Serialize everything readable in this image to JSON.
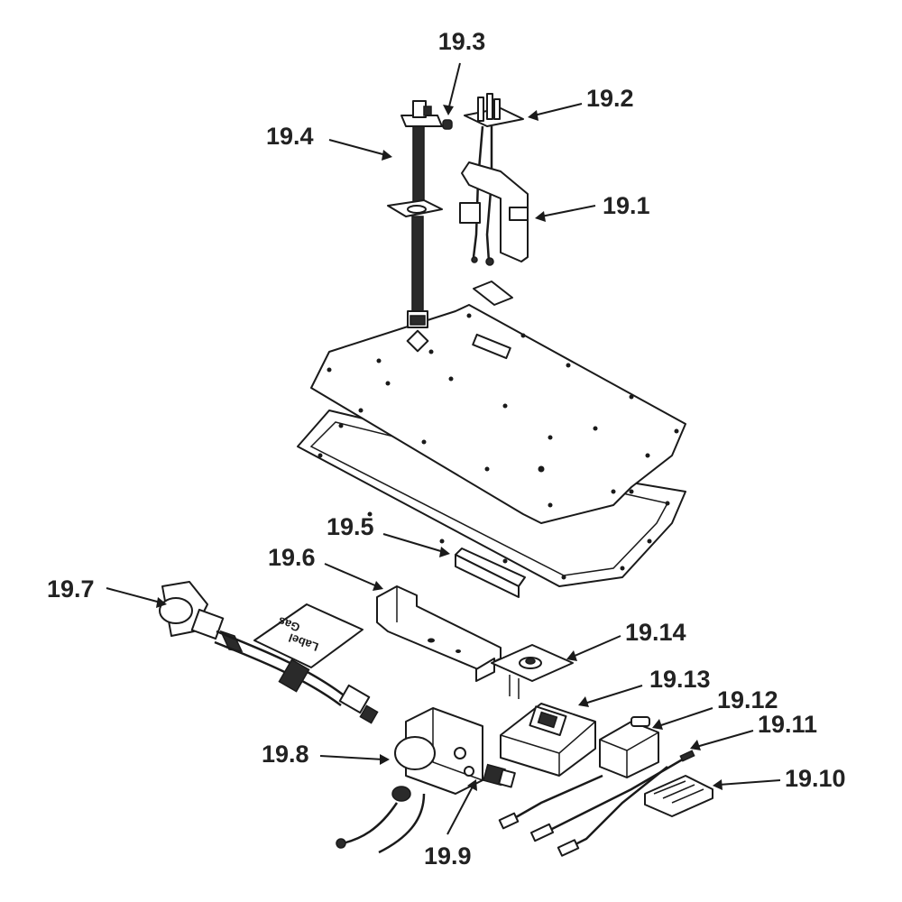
{
  "figure": {
    "callouts": [
      {
        "id": "19.1",
        "text": "19.1"
      },
      {
        "id": "19.2",
        "text": "19.2"
      },
      {
        "id": "19.3",
        "text": "19.3"
      },
      {
        "id": "19.4",
        "text": "19.4"
      },
      {
        "id": "19.5",
        "text": "19.5"
      },
      {
        "id": "19.6",
        "text": "19.6"
      },
      {
        "id": "19.7",
        "text": "19.7"
      },
      {
        "id": "19.8",
        "text": "19.8"
      },
      {
        "id": "19.9",
        "text": "19.9"
      },
      {
        "id": "19.10",
        "text": "19.10"
      },
      {
        "id": "19.11",
        "text": "19.11"
      },
      {
        "id": "19.12",
        "text": "19.12"
      },
      {
        "id": "19.13",
        "text": "19.13"
      },
      {
        "id": "19.14",
        "text": "19.14"
      }
    ],
    "gas_label_text": [
      "Gas",
      "Label"
    ]
  }
}
